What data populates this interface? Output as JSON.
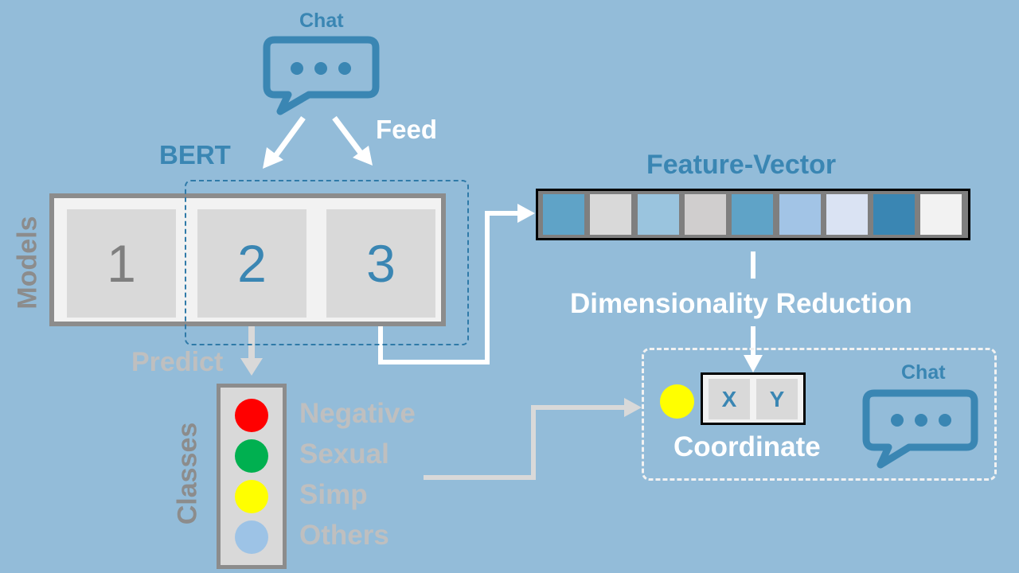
{
  "chat_top": {
    "label": "Chat",
    "icon": "chat-bubble-icon"
  },
  "chat_right": {
    "label": "Chat",
    "icon": "chat-bubble-icon"
  },
  "feed_label": "Feed",
  "bert_label": "BERT",
  "models": {
    "axis_label": "Models",
    "cells": [
      "1",
      "2",
      "3"
    ]
  },
  "predict_label": "Predict",
  "classes": {
    "axis_label": "Classes",
    "items": [
      {
        "label": "Negative",
        "color": "#ff0000"
      },
      {
        "label": "Sexual",
        "color": "#00b050"
      },
      {
        "label": "Simp",
        "color": "#ffff00"
      },
      {
        "label": "Others",
        "color": "#9dc3e6"
      }
    ]
  },
  "feature_vector": {
    "label": "Feature-Vector",
    "cell_colors": [
      "#5fa3c7",
      "#d9d9d9",
      "#9ac4de",
      "#d0cece",
      "#5fa3c7",
      "#a2c4e6",
      "#dae3f3",
      "#3a86b3",
      "#f2f2f2"
    ]
  },
  "dimensionality_label": "Dimensionality Reduction",
  "coordinate": {
    "label": "Coordinate",
    "x_label": "X",
    "y_label": "Y",
    "point_color": "#ffff00"
  },
  "colors": {
    "background": "#93bcd9",
    "accent_blue": "#3a86b3",
    "grey": "#8c8c8c"
  }
}
